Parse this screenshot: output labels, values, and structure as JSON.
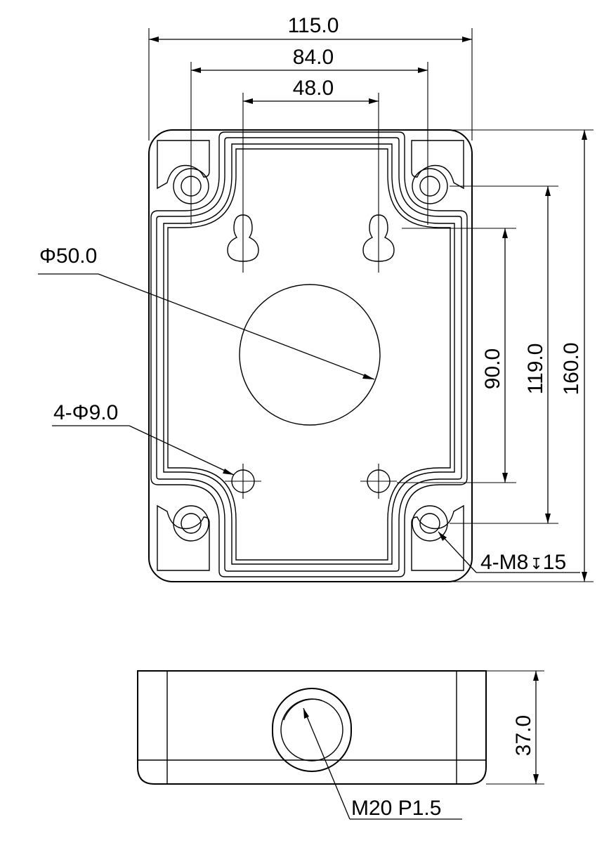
{
  "top_view": {
    "dim_width_overall": "115.0",
    "dim_hole_spacing_outer": "84.0",
    "dim_hole_spacing_inner": "48.0",
    "dim_center_hole": "Φ50.0",
    "dim_mount_holes": "4-Φ9.0",
    "dim_height_inner": "90.0",
    "dim_height_mid": "119.0",
    "dim_height_overall": "160.0",
    "dim_threaded_holes": "4-M8",
    "dim_threaded_depth": "15"
  },
  "side_view": {
    "dim_height": "37.0",
    "dim_thread": "M20 P1.5"
  }
}
